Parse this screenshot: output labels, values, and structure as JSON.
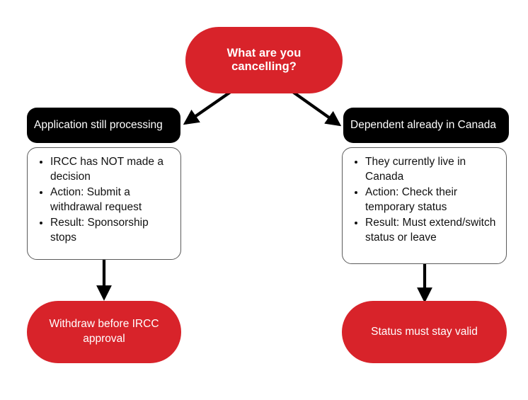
{
  "diagram": {
    "type": "flowchart",
    "title": "What are you cancelling?",
    "background_color": "#ffffff",
    "accent_color": "#d8232a",
    "header_color": "#000000",
    "text_on_accent": "#ffffff",
    "root": {
      "label": "What are you cancelling?",
      "shape": "pill",
      "fill": "#d8232a",
      "text_color": "#ffffff"
    },
    "branches": [
      {
        "id": "left",
        "header": {
          "label": "Application still processing",
          "shape": "rounded-rect",
          "fill": "#000000",
          "text_color": "#ffffff"
        },
        "details": {
          "shape": "rounded-rect-outline",
          "border_color": "#5b5b5b",
          "bullets": [
            "IRCC has NOT made a decision",
            "Action: Submit a withdrawal request",
            "Result: Sponsorship stops"
          ]
        },
        "outcome": {
          "label": "Withdraw before IRCC approval",
          "shape": "pill",
          "fill": "#d8232a",
          "text_color": "#ffffff"
        }
      },
      {
        "id": "right",
        "header": {
          "label": "Dependent already in Canada",
          "shape": "rounded-rect",
          "fill": "#000000",
          "text_color": "#ffffff"
        },
        "details": {
          "shape": "rounded-rect-outline",
          "border_color": "#5b5b5b",
          "bullets": [
            "They currently live in Canada",
            "Action: Check their temporary status",
            "Result: Must extend/switch status or leave"
          ]
        },
        "outcome": {
          "label": "Status must stay valid",
          "shape": "pill",
          "fill": "#d8232a",
          "text_color": "#ffffff"
        }
      }
    ],
    "connectors": [
      {
        "name": "root-to-left-header",
        "style": "diagonal-arrow",
        "color": "#000000"
      },
      {
        "name": "root-to-right-header",
        "style": "diagonal-arrow",
        "color": "#000000"
      },
      {
        "name": "left-details-to-outcome",
        "style": "vertical-arrow",
        "color": "#000000"
      },
      {
        "name": "right-details-to-outcome",
        "style": "vertical-arrow",
        "color": "#000000"
      }
    ]
  }
}
